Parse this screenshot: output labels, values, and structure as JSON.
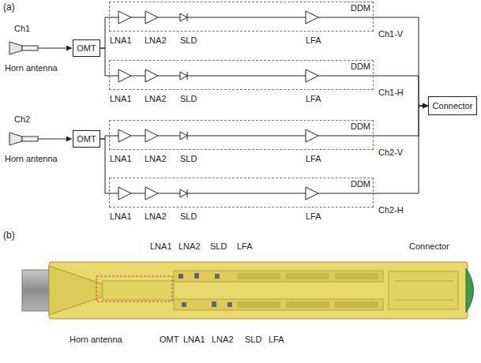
{
  "diagram": {
    "nodes": [
      {
        "text": [
          "OMT"
        ]
      },
      {
        "text": [
          "DDM"
        ]
      },
      {
        "text": [
          "DDM"
        ]
      },
      {
        "text": [
          "Connector"
        ]
      },
      {
        "text": [
          "OMT"
        ]
      },
      {
        "text": [
          "DDM"
        ]
      },
      {
        "text": [
          "DDM"
        ]
      }
    ],
    "edges": [
      {
        "from": 0,
        "to": 1,
        "arrow": "none"
      },
      {
        "from": 0,
        "to": 2,
        "arrow": "none"
      },
      {
        "from": 1,
        "to": 3,
        "arrow": "to"
      },
      {
        "from": 2,
        "to": 3,
        "arrow": "to"
      },
      {
        "from": 4,
        "to": 5,
        "arrow": "none"
      },
      {
        "from": 4,
        "to": 6,
        "arrow": "none"
      },
      {
        "from": 5,
        "to": 3,
        "arrow": "to"
      },
      {
        "from": 6,
        "to": 3,
        "arrow": "to"
      }
    ],
    "labels": [
      "(a)",
      "Ch1",
      "Horn antenna",
      "LNA1",
      "LNA2",
      "SLD",
      "LFA",
      "Ch1-V",
      "LNA1",
      "LNA2",
      "SLD",
      "LFA",
      "Ch1-H",
      "Ch2",
      "Horn antenna",
      "LNA1",
      "LNA2",
      "SLD",
      "LFA",
      "Ch2-V",
      "LNA1",
      "LNA2",
      "SLD",
      "LFA",
      "Ch2-H",
      "(b)",
      "LNA1",
      "LNA2",
      "SLD",
      "LFA",
      "Connector",
      "Horn antenna",
      "OMT",
      "LNA1",
      "LNA2",
      "SLD",
      "LFA"
    ]
  }
}
